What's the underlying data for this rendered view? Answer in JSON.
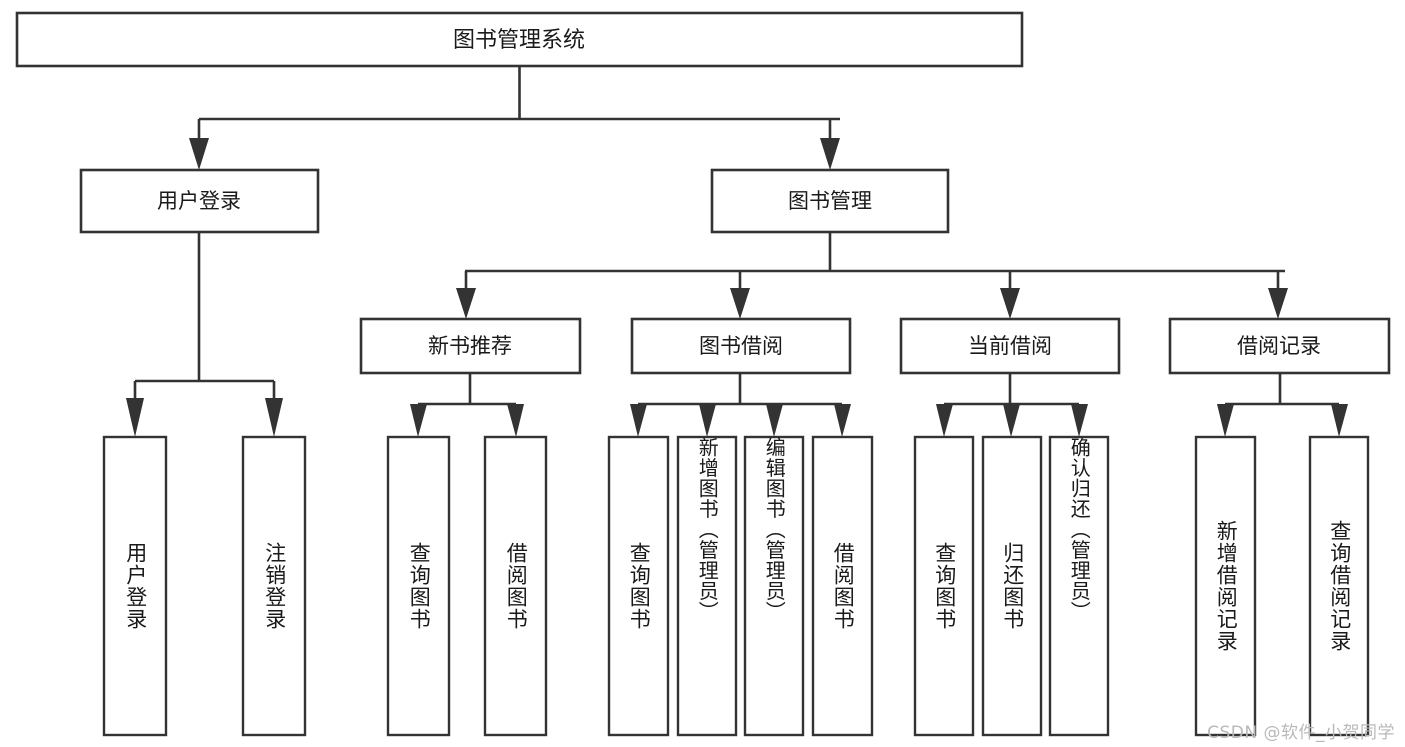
{
  "diagram": {
    "type": "tree-hierarchy",
    "title": "图书管理系统",
    "root": {
      "id": "root",
      "label": "图书管理系统"
    },
    "level2": [
      {
        "id": "user-login",
        "label": "用户登录"
      },
      {
        "id": "book-manage",
        "label": "图书管理"
      }
    ],
    "level3": [
      {
        "id": "new-book-recommend",
        "label": "新书推荐",
        "parent": "book-manage"
      },
      {
        "id": "book-borrow",
        "label": "图书借阅",
        "parent": "book-manage"
      },
      {
        "id": "current-borrow",
        "label": "当前借阅",
        "parent": "book-manage"
      },
      {
        "id": "borrow-record",
        "label": "借阅记录",
        "parent": "book-manage"
      }
    ],
    "leaves": {
      "user-login": [
        {
          "id": "leaf-user-login",
          "label": "用户登录"
        },
        {
          "id": "leaf-logout-login",
          "label": "注销登录"
        }
      ],
      "new-book-recommend": [
        {
          "id": "leaf-query-book-1",
          "label": "查询图书"
        },
        {
          "id": "leaf-borrow-book-1",
          "label": "借阅图书"
        }
      ],
      "book-borrow": [
        {
          "id": "leaf-query-book-2",
          "label": "查询图书"
        },
        {
          "id": "leaf-add-book-admin",
          "label": "新增图书（管理员）"
        },
        {
          "id": "leaf-edit-book-admin",
          "label": "编辑图书（管理员）"
        },
        {
          "id": "leaf-borrow-book-2",
          "label": "借阅图书"
        }
      ],
      "current-borrow": [
        {
          "id": "leaf-query-book-3",
          "label": "查询图书"
        },
        {
          "id": "leaf-return-book",
          "label": "归还图书"
        },
        {
          "id": "leaf-confirm-return-admin",
          "label": "确认归还（管理员）"
        }
      ],
      "borrow-record": [
        {
          "id": "leaf-add-borrow-record",
          "label": "新增借阅记录"
        },
        {
          "id": "leaf-query-borrow-record",
          "label": "查询借阅记录"
        }
      ]
    }
  },
  "watermark": {
    "text": "CSDN @软件_小贺同学"
  },
  "colors": {
    "stroke": "#333333",
    "fill": "#ffffff",
    "text": "#1a1a1a",
    "watermark": "#b9b9b9"
  }
}
